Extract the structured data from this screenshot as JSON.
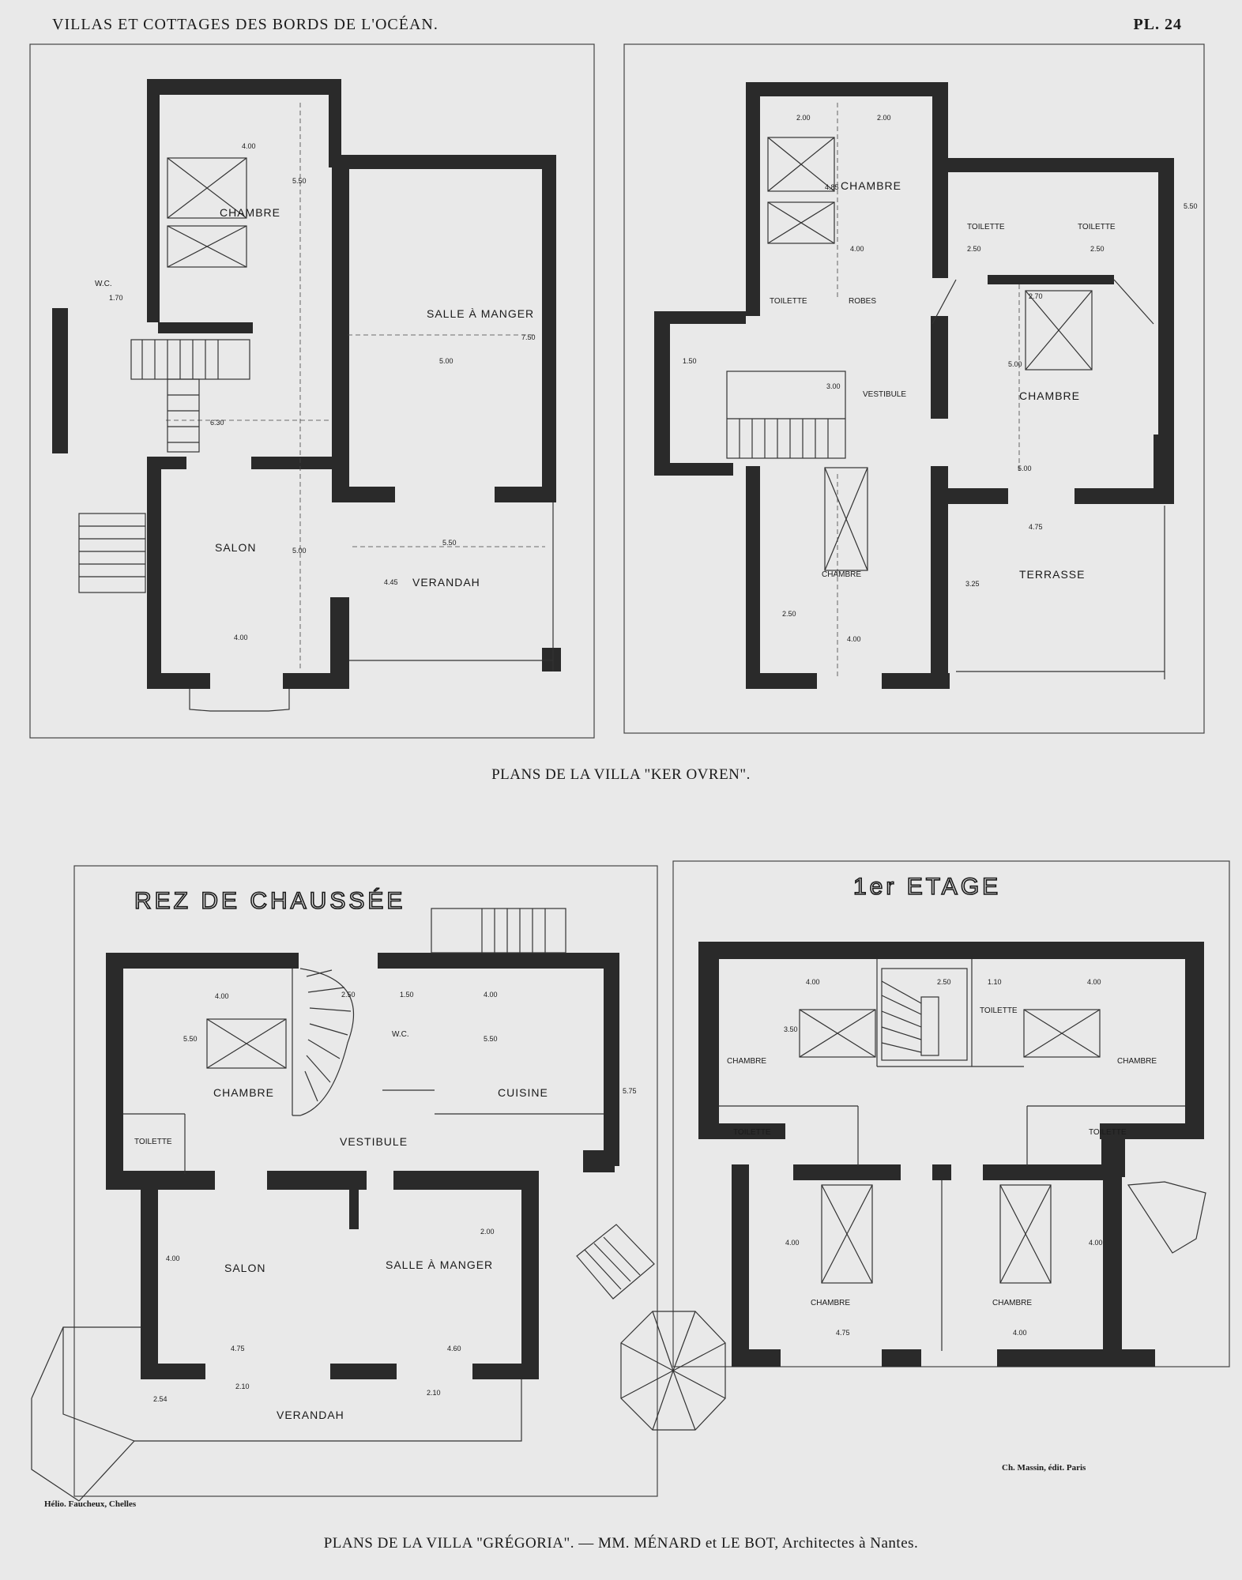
{
  "header": {
    "left": "VILLAS ET COTTAGES DES BORDS DE L'OCÉAN.",
    "right": "PL. 24"
  },
  "villa_ker_ovren": {
    "caption": "PLANS DE LA VILLA \"KER OVREN\".",
    "ground_floor": {
      "rooms": [
        "CHAMBRE",
        "SALLE À MANGER",
        "SALON",
        "VERANDAH",
        "W.C."
      ],
      "dimensions": [
        "4.00",
        "5.50",
        "6.30",
        "5.00",
        "7.50",
        "1.70",
        "5.50",
        "4.45",
        "5.00",
        "4.00"
      ]
    },
    "first_floor": {
      "rooms": [
        "CHAMBRE",
        "TOILETTE",
        "TOILETTE",
        "TOILETTE",
        "ROBES",
        "VESTIBULE",
        "CHAMBRE",
        "CHAMBRE",
        "TERRASSE"
      ],
      "dimensions": [
        "2.00",
        "2.00",
        "4.85",
        "4.00",
        "2.50",
        "2.50",
        "2.70",
        "5.00",
        "5.00",
        "4.75",
        "4.00",
        "2.50",
        "3.25",
        "1.50",
        "3.00",
        "5.50"
      ]
    }
  },
  "villa_gregoria": {
    "caption": "PLANS DE LA VILLA \"GRÉGORIA\". — MM. MÉNARD et LE BOT, Architectes à Nantes.",
    "ground_floor": {
      "title": "REZ DE CHAUSSÉE",
      "rooms": [
        "CHAMBRE",
        "TOILETTE",
        "W.C.",
        "CUISINE",
        "VESTIBULE",
        "SALON",
        "SALLE À MANGER",
        "VERANDAH"
      ],
      "dimensions": [
        "4.00",
        "2.50",
        "1.50",
        "4.00",
        "5.50",
        "5.50",
        "5.75",
        "4.75",
        "4.60",
        "2.54",
        "2.10",
        "2.10",
        "4.00",
        "2.00"
      ]
    },
    "first_floor": {
      "title": "1er ETAGE",
      "rooms": [
        "CHAMBRE",
        "TOILETTE",
        "TOILETTE",
        "CHAMBRE",
        "TOILETTE",
        "CHAMBRE",
        "CHAMBRE"
      ],
      "dimensions": [
        "4.00",
        "2.50",
        "1.10",
        "4.00",
        "3.50",
        "4.00",
        "4.75",
        "4.00",
        "4.00"
      ]
    }
  },
  "credits": {
    "left": "Hélio. Faucheux, Chelles",
    "right": "Ch. Massin, édit. Paris"
  }
}
